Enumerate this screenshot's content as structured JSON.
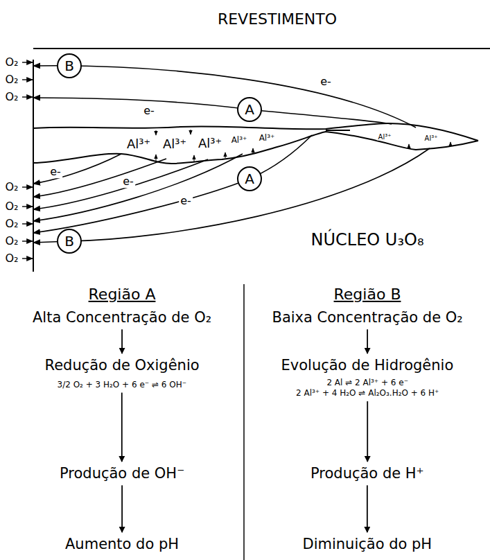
{
  "diagram": {
    "nodes": [
      {
        "text": [
          "B"
        ]
      },
      {
        "text": [
          "A"
        ]
      },
      {
        "text": [
          "A"
        ]
      },
      {
        "text": [
          "B"
        ]
      },
      {
        "text": [
          "Alta Concentração de O₂"
        ]
      },
      {
        "text": [
          "Redução de Oxigênio"
        ]
      },
      {
        "text": [
          "3/2 O₂ + 3 H₂O + 6 e⁻ ⇌ 6 OH⁻"
        ]
      },
      {
        "text": [
          "Produção de OH⁻"
        ]
      },
      {
        "text": [
          "Aumento do pH"
        ]
      },
      {
        "text": [
          "Baixa Concentração de O₂"
        ]
      },
      {
        "text": [
          "Evolução de Hidrogênio"
        ]
      },
      {
        "text": [
          "2 Al ⇌ 2 Al³⁺ + 6 e⁻",
          "2 Al³⁺ + 4 H₂O ⇌ Al₂O₃.H₂O + 6 H⁺"
        ]
      },
      {
        "text": [
          "Produção de H⁺"
        ]
      },
      {
        "text": [
          "Diminuição do pH"
        ]
      }
    ],
    "edges": [
      {
        "from": 4,
        "to": 5,
        "arrow": "to"
      },
      {
        "from": 6,
        "to": 7,
        "arrow": "to"
      },
      {
        "from": 7,
        "to": 8,
        "arrow": "to"
      },
      {
        "from": 9,
        "to": 10,
        "arrow": "to"
      },
      {
        "from": 11,
        "to": 12,
        "arrow": "to"
      },
      {
        "from": 12,
        "to": 13,
        "arrow": "to"
      }
    ],
    "labels": [
      "REVESTIMENTO",
      "O₂",
      "O₂",
      "O₂",
      "e-",
      "e-",
      "Al³⁺",
      "Al³⁺",
      "Al³⁺",
      "Al³⁺",
      "Al³⁺",
      "Al³⁺",
      "Al³⁺",
      "O₂",
      "O₂",
      "O₂",
      "O₂",
      "O₂",
      "e-",
      "e-",
      "e-",
      "NÚCLEO U₃O₈",
      "Região A",
      "Região B"
    ]
  }
}
